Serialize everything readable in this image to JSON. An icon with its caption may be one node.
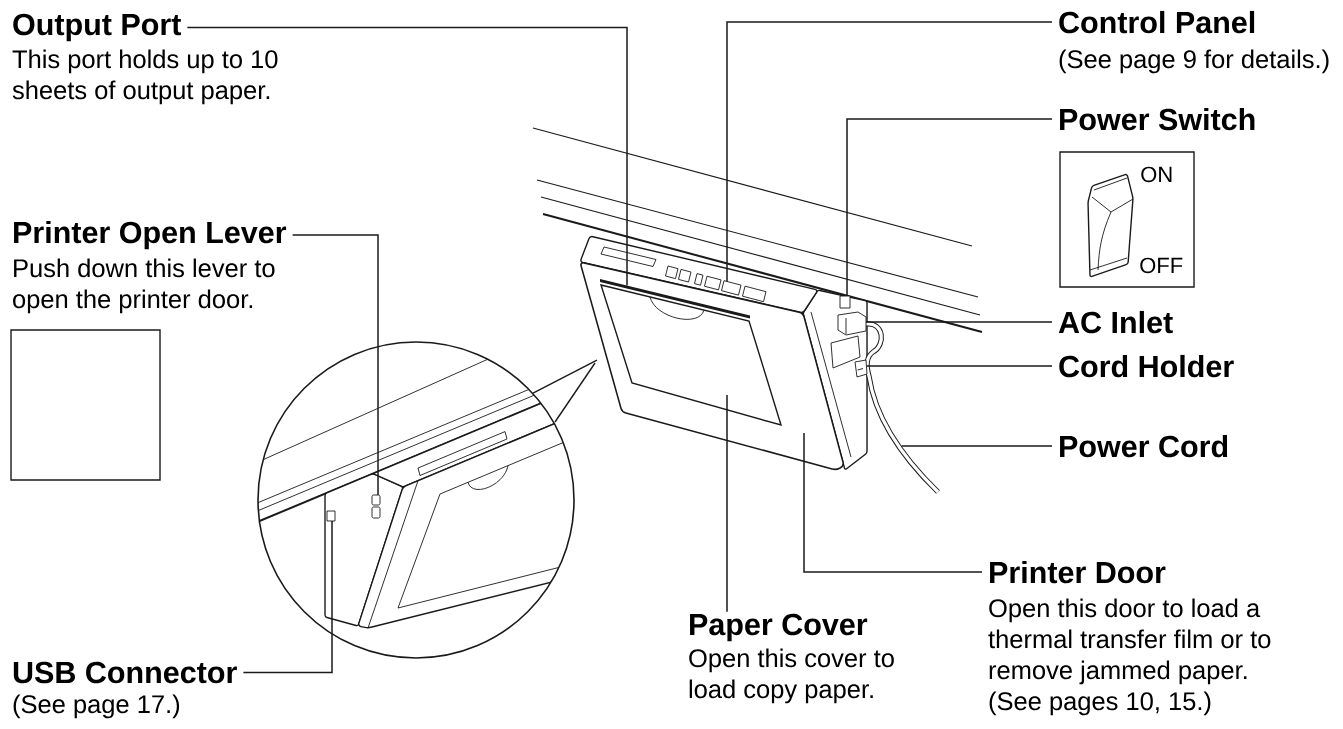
{
  "diagram": {
    "nodes": [
      {
        "text": [
          "Output Port",
          "This port holds up to 10 sheets of output paper."
        ]
      },
      {
        "text": [
          "Control Panel",
          "(See page 9 for details.)"
        ]
      },
      {
        "text": [
          "Power Switch"
        ]
      },
      {
        "text": [
          "ON",
          "OFF"
        ]
      },
      {
        "text": [
          "Printer Open Lever",
          "Push down this lever to open the printer door."
        ]
      },
      {
        "text": [],
        "shape": "box"
      },
      {
        "text": [
          "AC Inlet"
        ]
      },
      {
        "text": [
          "Cord Holder"
        ]
      },
      {
        "text": [
          "Power Cord"
        ]
      },
      {
        "text": [
          "Printer Door",
          "Open this door to load a thermal transfer film or to remove jammed paper.",
          "(See pages 10, 15.)"
        ]
      },
      {
        "text": [
          "Paper Cover",
          "Open this cover to load copy paper."
        ]
      },
      {
        "text": [
          "USB Connector",
          "(See page 17.)"
        ]
      },
      {
        "text": [],
        "shape": "picture"
      },
      {
        "text": [],
        "shape": "box"
      },
      {
        "text": [],
        "shape": "picture"
      },
      {
        "text": [],
        "shape": "picture"
      },
      {
        "text": [],
        "shape": "picture"
      },
      {
        "text": [],
        "shape": "picture",
        "in": 16
      },
      {
        "text": [],
        "shape": "picture",
        "in": 16
      },
      {
        "text": [],
        "shape": "picture"
      },
      {
        "text": [],
        "shape": "picture"
      },
      {
        "text": [],
        "shape": "box"
      }
    ],
    "edges": [
      {
        "from": 0,
        "to": 17,
        "arrow": "none"
      },
      {
        "from": 1,
        "to": 12,
        "arrow": "none"
      },
      {
        "from": 2,
        "to": 13,
        "arrow": "none"
      },
      {
        "from": 4,
        "to": 20,
        "arrow": "none"
      },
      {
        "from": 6,
        "to": 14,
        "arrow": "none"
      },
      {
        "from": 7,
        "to": 15,
        "arrow": "none"
      },
      {
        "from": 8,
        "to": 19,
        "arrow": "none"
      },
      {
        "from": 9,
        "to": 16,
        "arrow": "none"
      },
      {
        "from": 10,
        "to": 18,
        "arrow": "none"
      },
      {
        "from": 11,
        "to": 21,
        "arrow": "none"
      }
    ]
  }
}
